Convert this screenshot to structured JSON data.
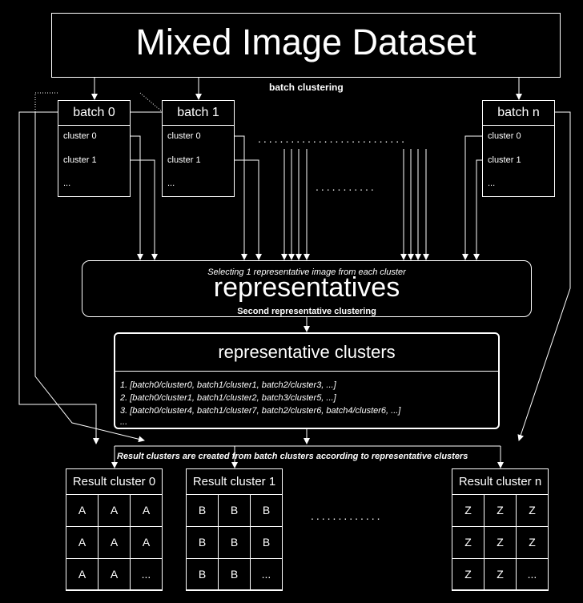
{
  "dataset": {
    "title": "Mixed Image Dataset"
  },
  "labels": {
    "batch_clustering": "batch clustering",
    "selecting": "Selecting 1 representative image from each cluster",
    "second_clustering": "Second representative clustering",
    "result_note": "Result clusters are created from batch clusters according to representative clusters"
  },
  "batches": [
    {
      "title": "batch 0",
      "items": [
        "cluster 0",
        "cluster 1",
        "..."
      ]
    },
    {
      "title": "batch 1",
      "items": [
        "cluster 0",
        "cluster 1",
        "..."
      ]
    },
    {
      "title": "batch n",
      "items": [
        "cluster 0",
        "cluster 1",
        "..."
      ]
    }
  ],
  "representatives": {
    "title": "representatives"
  },
  "rep_clusters": {
    "title": "representative clusters",
    "lines": [
      "1. [batch0/cluster0, batch1/cluster1, batch2/cluster3, ...]",
      "2. [batch0/cluster1, batch1/cluster2, batch3/cluster5, ...]",
      "3. [batch0/cluster4, batch1/cluster7, batch2/cluster6, batch4/cluster6, ...]",
      "..."
    ]
  },
  "results": [
    {
      "title": "Result cluster 0",
      "cells": [
        "A",
        "A",
        "A",
        "A",
        "A",
        "A",
        "A",
        "A",
        "..."
      ]
    },
    {
      "title": "Result cluster 1",
      "cells": [
        "B",
        "B",
        "B",
        "B",
        "B",
        "B",
        "B",
        "B",
        "..."
      ]
    },
    {
      "title": "Result cluster n",
      "cells": [
        "Z",
        "Z",
        "Z",
        "Z",
        "Z",
        "Z",
        "Z",
        "Z",
        "..."
      ]
    }
  ],
  "ellipsis": {
    "batches_top": "...........................",
    "batches_mid": "...........",
    "results": "............."
  }
}
